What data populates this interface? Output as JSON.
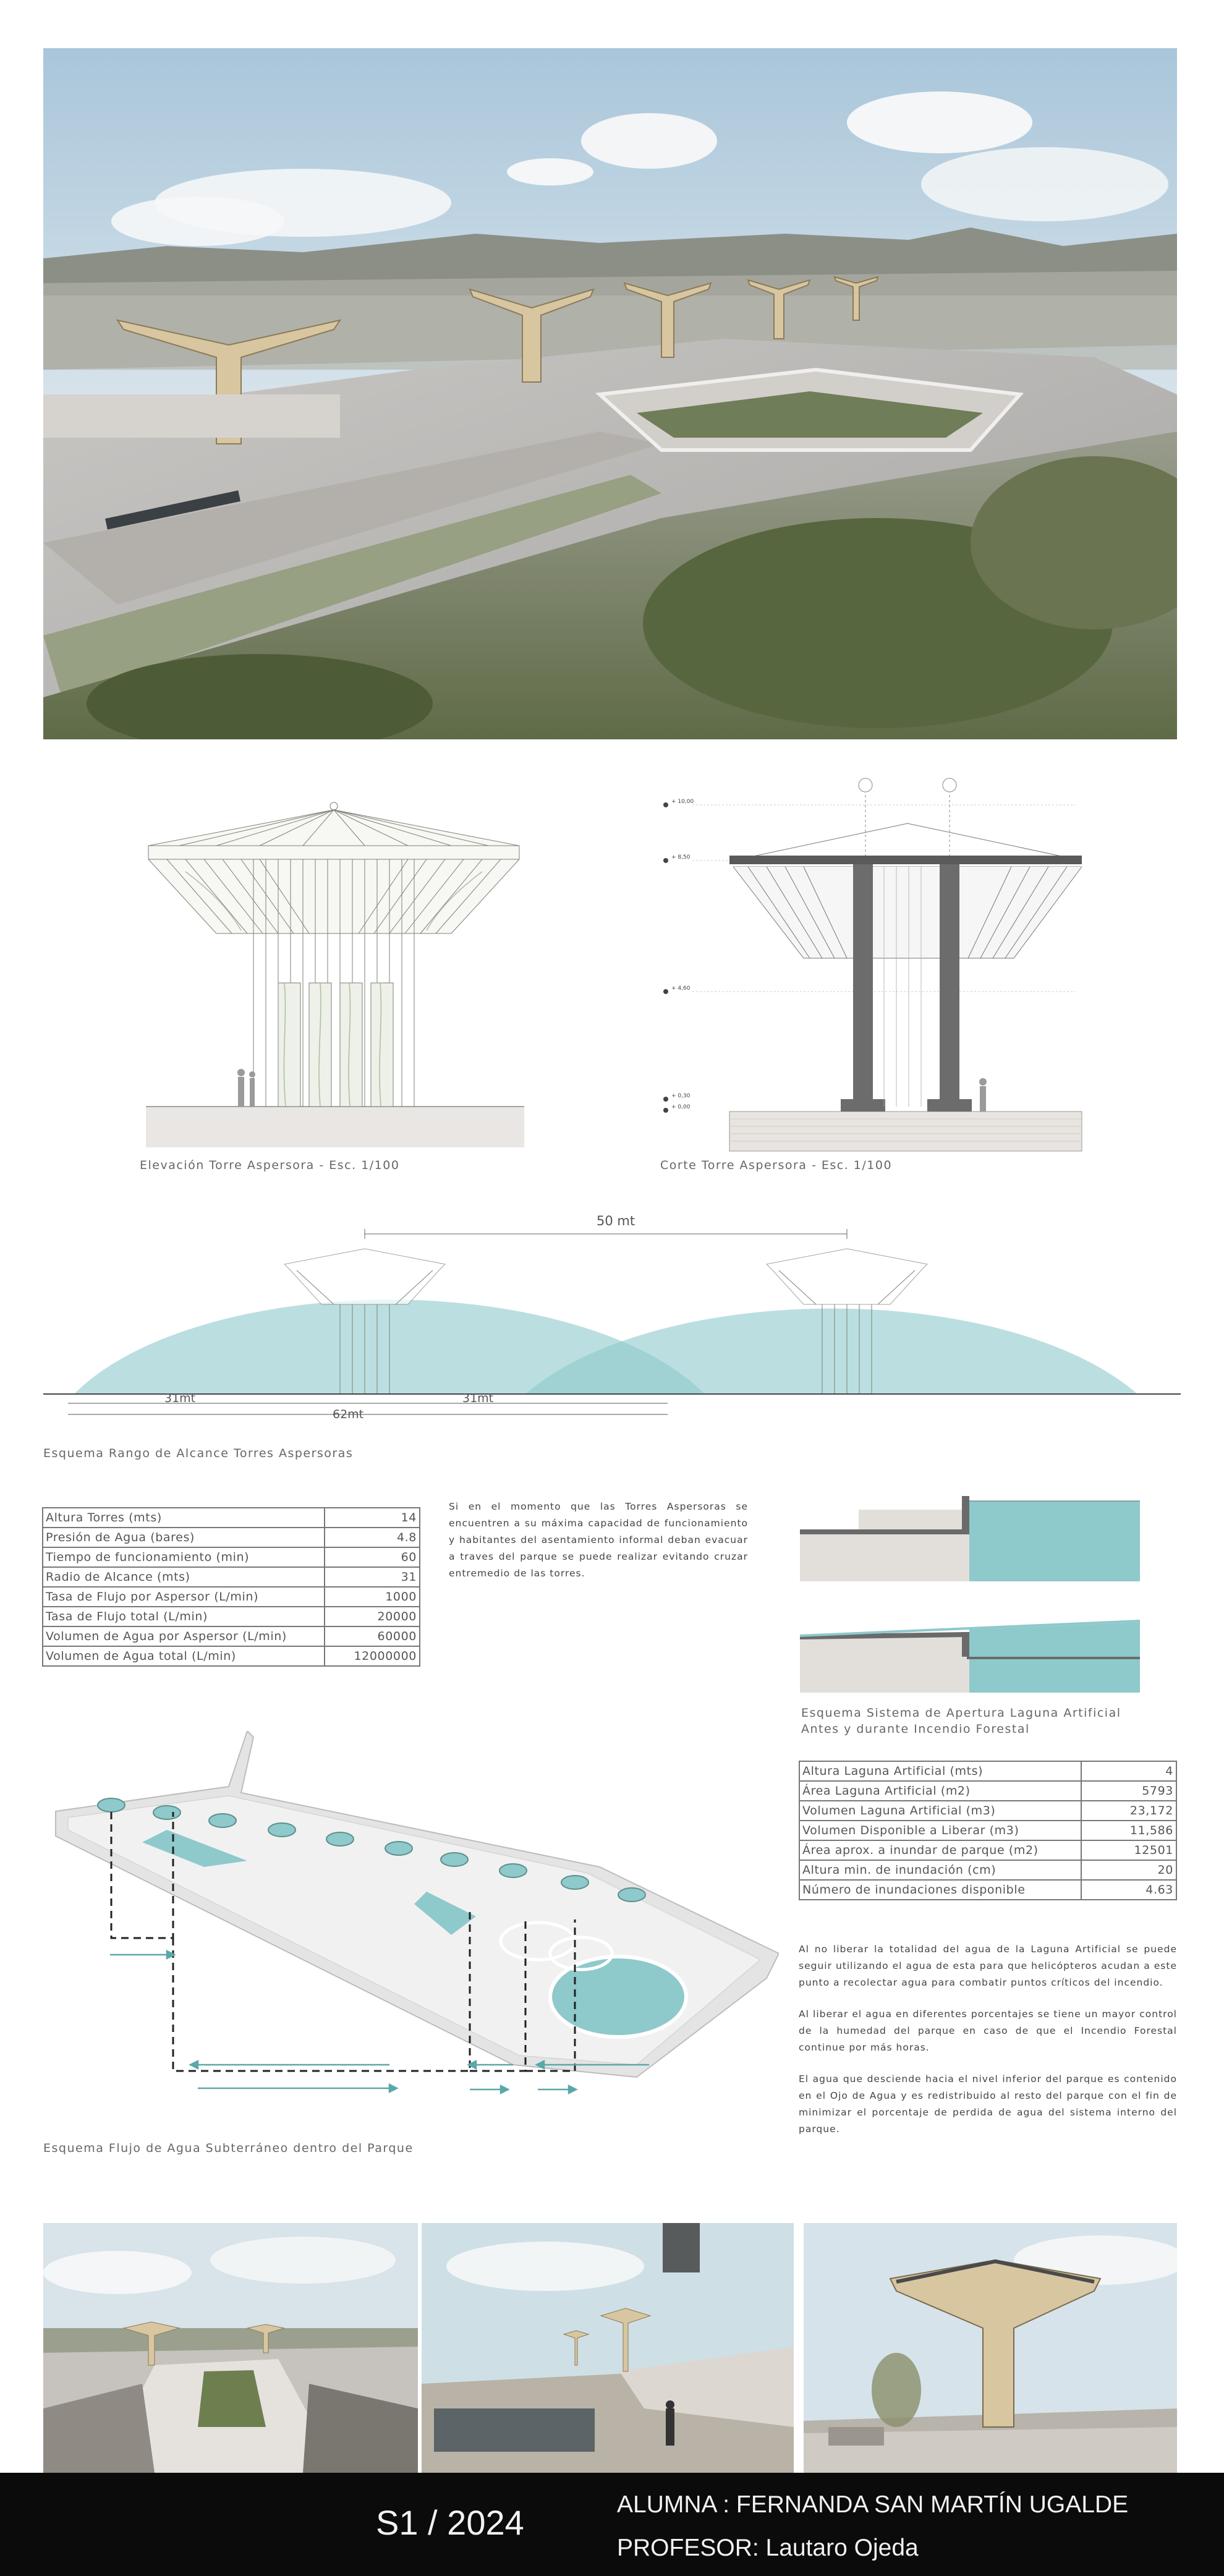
{
  "elevation": {
    "caption": "Elevación Torre Aspersora - Esc. 1/100"
  },
  "section": {
    "caption": "Corte Torre Aspersora - Esc. 1/100",
    "levels": [
      "+ 10,00",
      "+ 8,50",
      "+ 4,60",
      "+ 0,30",
      "+ 0,00"
    ]
  },
  "range": {
    "total": "50 mt",
    "d1": "31mt",
    "d2": "31mt",
    "d3": "62mt",
    "caption": "Esquema Rango de Alcance Torres Aspersoras"
  },
  "tower_table": [
    {
      "label": "Altura Torres (mts)",
      "value": "14"
    },
    {
      "label": "Presión de Agua (bares)",
      "value": "4.8"
    },
    {
      "label": "Tiempo de funcionamiento (min)",
      "value": "60"
    },
    {
      "label": "Radio de Alcance (mts)",
      "value": "31"
    },
    {
      "label": "Tasa de Flujo por Aspersor (L/min)",
      "value": "1000"
    },
    {
      "label": "Tasa de Flujo total (L/min)",
      "value": "20000"
    },
    {
      "label": "Volumen de Agua por Aspersor (L/min)",
      "value": "60000"
    },
    {
      "label": "Volumen de Agua total (L/min)",
      "value": "12000000"
    }
  ],
  "middle_text": "Si en el momento que las Torres Aspersoras se encuentren a su máxima capacidad de funcionamiento y habitantes del asentamiento informal deban evacuar a traves del parque se puede realizar evitando cruzar entremedio de las torres.",
  "lagoon": {
    "caption1": "Esquema Sistema de Apertura Laguna Artificial",
    "caption2": "Antes y durante Incendio Forestal",
    "table": [
      {
        "label": "Altura Laguna Artificial (mts)",
        "value": "4"
      },
      {
        "label": "Área Laguna Artificial (m2)",
        "value": "5793"
      },
      {
        "label": "Volumen Laguna Artificial (m3)",
        "value": "23,172"
      },
      {
        "label": "Volumen Disponible a Liberar (m3)",
        "value": "11,586"
      },
      {
        "label": "Área aprox. a inundar de parque (m2)",
        "value": "12501"
      },
      {
        "label": "Altura min. de inundación (cm)",
        "value": "20"
      },
      {
        "label": "Número de inundaciones disponible",
        "value": "4.63"
      }
    ],
    "paragraphs": [
      "Al no liberar la totalidad del agua de la Laguna Artificial se puede seguir utilizando el agua de esta para que helicópteros acudan a este punto a recolectar agua para combatir puntos críticos del incendio.",
      "Al liberar el agua en diferentes porcentajes se tiene un mayor control de la humedad del parque en caso de que el Incendio Forestal continue por más horas.",
      "El agua que desciende hacia el nivel inferior del parque es contenido en el Ojo de Agua y es redistribuido al resto del parque con el fin de minimizar el porcentaje de perdida de agua del sistema interno del parque."
    ]
  },
  "flow": {
    "caption": "Esquema Flujo de Agua Subterráneo dentro del Parque"
  },
  "footer": {
    "semester": "S1 / 2024",
    "student": "ALUMNA : FERNANDA SAN MARTÍN UGALDE",
    "professor": "PROFESOR: Lautaro Ojeda"
  },
  "colors": {
    "water": "#8ec9cc",
    "footer_bg": "#0b0b0b",
    "sky": "#cfe0ea"
  }
}
